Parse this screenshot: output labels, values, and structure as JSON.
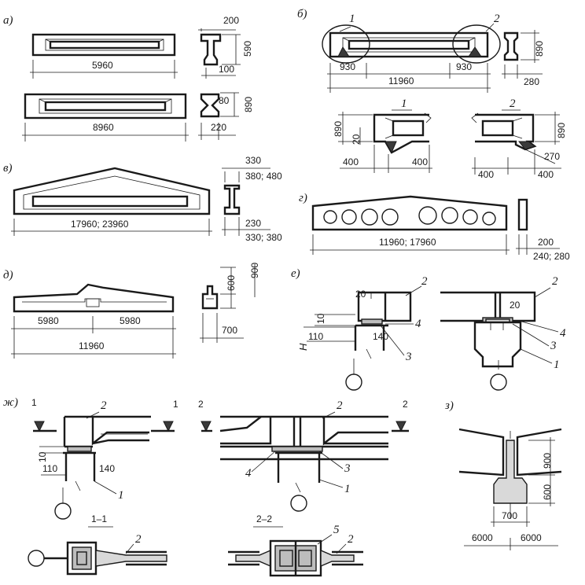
{
  "labels": {
    "a": "а)",
    "b": "б)",
    "v": "в)",
    "g": "г)",
    "d": "д)",
    "e": "е)",
    "zh": "ж)",
    "z": "з)"
  },
  "a": {
    "beam1_length": "5960",
    "beam2_length": "8960",
    "sec1_top": "200",
    "sec1_height": "590",
    "sec1_bottom": "100",
    "sec2_top": "80",
    "sec2_height": "890",
    "sec2_bottom": "220"
  },
  "b": {
    "callout1": "1",
    "callout2": "2",
    "left_end": "930",
    "right_end": "930",
    "length": "11960",
    "sec_height": "890",
    "sec_width": "280",
    "det1_num": "1",
    "det2_num": "2",
    "det1_height": "890",
    "det1_inner": "20",
    "det1_w1": "400",
    "det1_w2": "400",
    "det2_height": "890",
    "det2_w1": "400",
    "det2_w2": "400",
    "det2_slope": "270"
  },
  "v": {
    "length": "17960; 23960",
    "sec_top1": "330",
    "sec_top2": "380; 480",
    "sec_bot1": "230",
    "sec_bot2": "330; 380"
  },
  "g": {
    "length": "11960; 17960",
    "sec_w1": "200",
    "sec_w2": "240; 280"
  },
  "d": {
    "half1": "5980",
    "half2": "5980",
    "length": "11960",
    "sec_h1": "600",
    "sec_h2": "900",
    "sec_w": "700"
  },
  "e": {
    "num2a": "2",
    "num2b": "2",
    "num4a": "4",
    "num4b": "4",
    "num3a": "3",
    "num3b": "3",
    "num1": "1",
    "gap20a": "20",
    "gap20b": "20",
    "pad10": "10",
    "h": "H",
    "w110": "110",
    "w140": "140"
  },
  "zh": {
    "cut1_left": "1",
    "cut1_right": "1",
    "cut2_left": "2",
    "cut2_right": "2",
    "num2a": "2",
    "num2b": "2",
    "num1a": "1",
    "num1b": "1",
    "num3": "3",
    "num4": "4",
    "pad10": "10",
    "w110": "110",
    "w140": "140",
    "sec11": "1–1",
    "sec22": "2–2",
    "sec11_num2": "2",
    "sec22_num5": "5",
    "sec22_num2": "2"
  },
  "z": {
    "h900": "900",
    "h600": "600",
    "w700": "700",
    "span_left": "6000",
    "span_right": "6000"
  }
}
